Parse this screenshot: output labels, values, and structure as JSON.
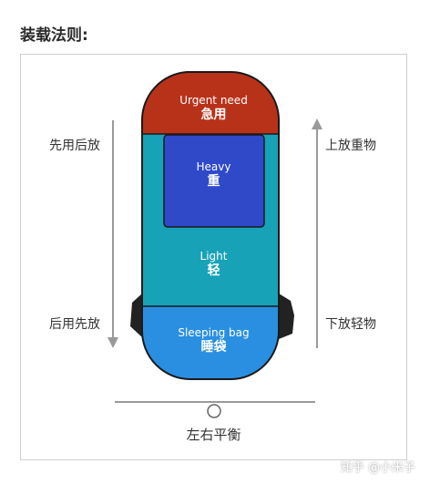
{
  "title": "装载法则:",
  "left_labels": {
    "top": "先用后放",
    "bottom": "后用先放"
  },
  "right_labels": {
    "top": "上放重物",
    "bottom": "下放轻物"
  },
  "sections": {
    "urgent": {
      "en": "Urgent need",
      "cn": "急用"
    },
    "heavy": {
      "en": "Heavy",
      "cn": "重"
    },
    "light": {
      "en": "Light",
      "cn": "轻"
    },
    "sleeping": {
      "en": "Sleeping bag",
      "cn": "睡袋"
    }
  },
  "balance_label": "左右平衡",
  "watermark": "知乎 @小米子",
  "colors": {
    "urgent": "#b8321a",
    "heavy": "#2f49c9",
    "light": "#17a2b8",
    "sleeping": "#2a8fe0",
    "outline": "#1a1a1a",
    "arrow": "#9a9a9a"
  },
  "icons": {
    "down_arrow": "arrow-down-icon",
    "up_arrow": "arrow-up-icon",
    "balance": "balance-pivot-icon"
  }
}
